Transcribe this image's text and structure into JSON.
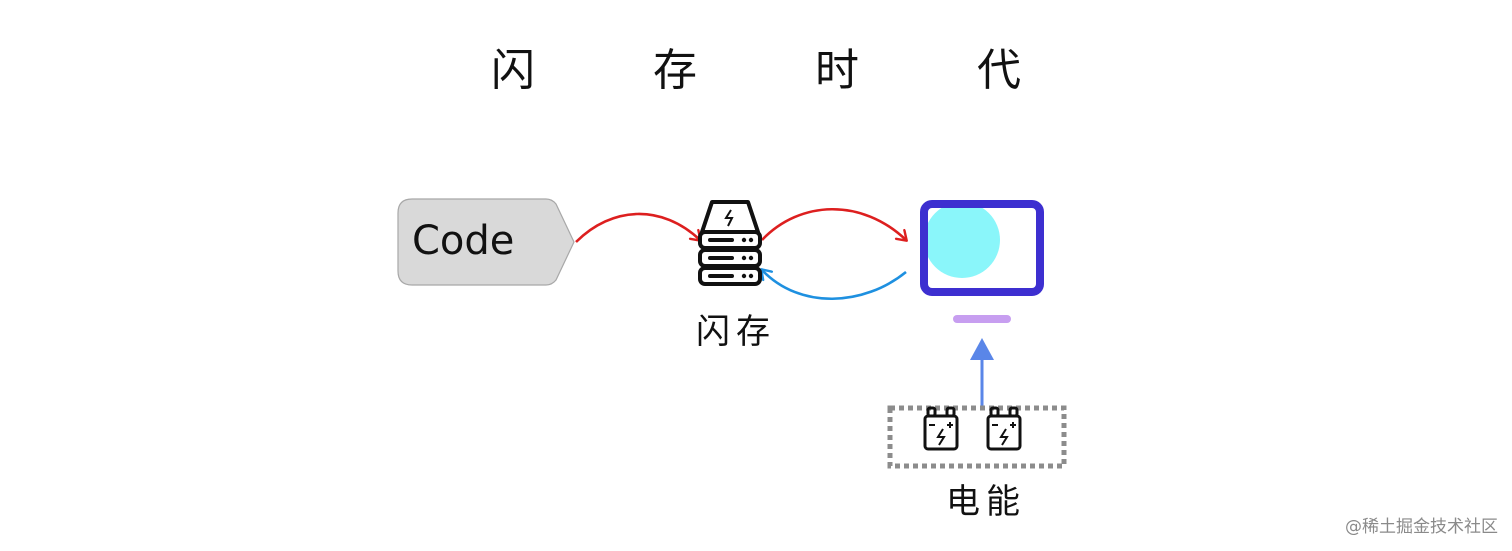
{
  "title": "闪 存 时 代",
  "nodes": {
    "code": {
      "label": "Code",
      "fill": "#d9d9d9",
      "stroke": "#aaaaaa"
    },
    "flash": {
      "label": "闪存"
    },
    "screen": {
      "frame_color": "#3d2fd0",
      "display_color": "#8af6fa",
      "stand_color": "#c79ef0"
    },
    "power": {
      "label": "电能",
      "border_color": "#8c8c8c"
    }
  },
  "edges": {
    "code_to_flash": {
      "color": "#dd1f1f"
    },
    "flash_to_screen": {
      "color": "#dd1f1f"
    },
    "screen_to_flash": {
      "color": "#1e90e0"
    },
    "power_to_screen": {
      "color": "#5a86e8"
    }
  },
  "icons": [
    "server-icon",
    "battery-icon",
    "battery-icon"
  ],
  "watermark": "@稀土掘金技术社区"
}
